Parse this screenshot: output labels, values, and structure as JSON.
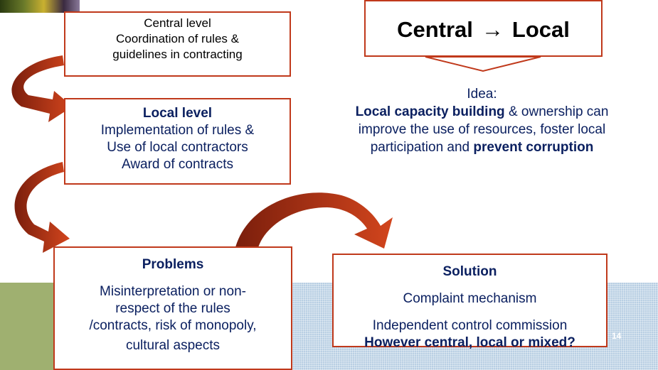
{
  "central_box": {
    "line1": "Central level",
    "line2": "Coordination  of rules &",
    "line3": "guidelines in contracting"
  },
  "title_box": {
    "left": "Central",
    "arrow": "→",
    "right": "Local"
  },
  "local_box": {
    "heading": "Local level",
    "line1": "Implementation of rules &",
    "line2": "Use of local contractors",
    "line3": "Award of contracts"
  },
  "idea": {
    "label": "Idea:",
    "bold1": "Local capacity building",
    "text1": " & ownership can",
    "text2": "improve the use of resources, foster local",
    "text3": "participation and ",
    "bold2": "prevent corruption"
  },
  "problems_box": {
    "heading": "Problems",
    "line1": "Misinterpretation or non-",
    "line2": "respect of the rules",
    "line3": "/contracts, risk of monopoly,",
    "line4": "cultural aspects"
  },
  "solution_box": {
    "heading": "Solution",
    "line1": "Complaint mechanism",
    "line2": "Independent control commission",
    "line3": "However central, local or mixed?"
  },
  "page_number": "14",
  "colors": {
    "box_border": "#c0391b",
    "arrow": "#c0391b",
    "text": "#0b2060"
  }
}
